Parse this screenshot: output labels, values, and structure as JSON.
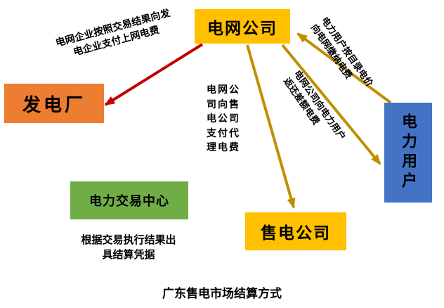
{
  "title": "广东售电市场结算方式",
  "nodes": {
    "grid_company": {
      "label": "电网公司",
      "color": "#ffc000"
    },
    "power_plant": {
      "label": "发电厂",
      "color": "#ed7d31"
    },
    "power_user": {
      "label": "电力用户",
      "color": "#4472c4"
    },
    "sales_company": {
      "label": "售电公司",
      "color": "#ffc000"
    },
    "trading_center": {
      "label": "电力交易中心",
      "color": "#70ad47"
    }
  },
  "notes": {
    "trading_center_note": "根据交易执行结果出具结算凭据"
  },
  "edges": {
    "grid_to_plant": {
      "label": "电网企业按照交易结果向发电企业支付上网电费",
      "color": "#c00000"
    },
    "grid_to_sales": {
      "label": "电网公司向售电公司支付代理电费",
      "color": "#bf8f00"
    },
    "user_to_grid": {
      "label": "电力用户按目录电价向电网缴纳电费",
      "color": "#bf8f00"
    },
    "grid_to_user": {
      "label": "电网公司向电力用户返还差额电费",
      "color": "#bf8f00"
    }
  }
}
